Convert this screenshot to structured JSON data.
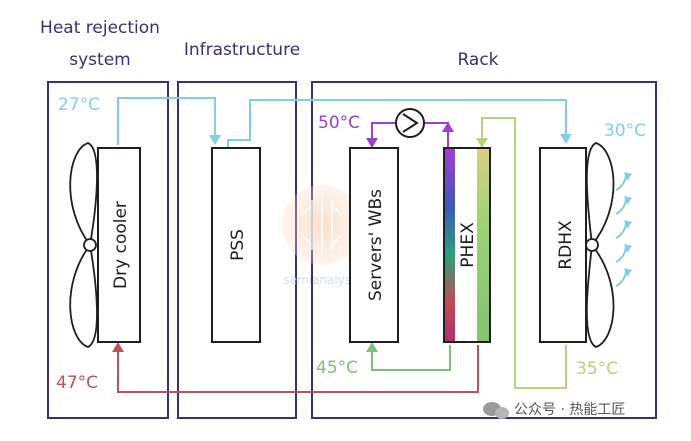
{
  "sections": {
    "heat_rejection_line1": "Heat rejection",
    "heat_rejection_line2": "system",
    "infrastructure": "Infrastructure",
    "rack": "Rack"
  },
  "components": {
    "dry_cooler": "Dry cooler",
    "pss": "PSS",
    "servers_wbs": "Servers' WBs",
    "phex": "PHEX",
    "rdhx": "RDHX"
  },
  "temperatures": {
    "t27": "27°C",
    "t30": "30°C",
    "t50": "50°C",
    "t45": "45°C",
    "t35": "35°C",
    "t47": "47°C"
  },
  "watermark": {
    "site": "semianalysis",
    "caption": "公众号 · 热能工匠"
  },
  "colors": {
    "frame": "#3b2f78",
    "cool_blue": "#7fd0e6",
    "warm_red": "#c0505a",
    "purple": "#9a3fd0",
    "green": "#7dc07a",
    "yellow_green": "#b6d27a"
  }
}
